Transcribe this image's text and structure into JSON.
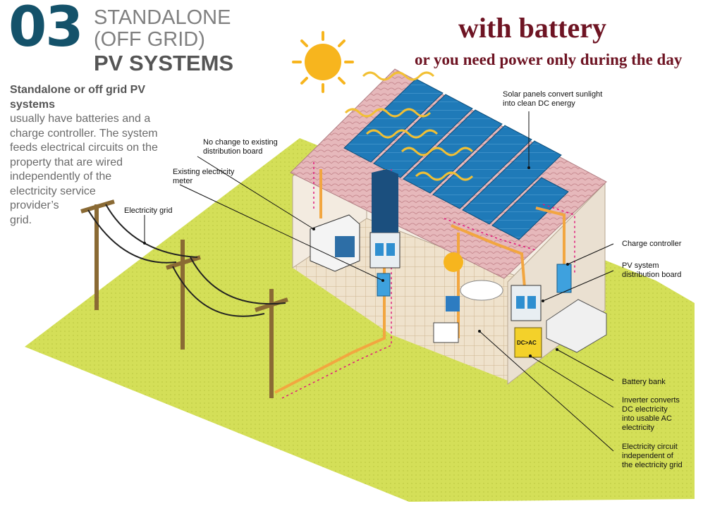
{
  "header": {
    "number": "03",
    "title_line1": "STANDALONE",
    "title_line2": "(OFF GRID)",
    "title_line3": "PV SYSTEMS",
    "battery_heading": "with battery",
    "day_subheading": "or you need power only during the day"
  },
  "intro": {
    "bold": "Standalone or off grid PV systems",
    "line1": "usually have batteries and a",
    "line2": "charge controller. The system",
    "line3": "feeds electrical circuits on the",
    "line4": "property that are wired",
    "line5": "independently of the",
    "line6": "electricity service",
    "line7": "provider’s",
    "line8": "grid."
  },
  "labels": {
    "solar_panels_1": "Solar panels convert sunlight",
    "solar_panels_2": "into clean DC energy",
    "no_change_1": "No change to existing",
    "no_change_2": "distribution board",
    "meter_1": "Existing electricity",
    "meter_2": "meter",
    "grid": "Electricity grid",
    "charge_controller": "Charge controller",
    "pv_board_1": "PV system",
    "pv_board_2": "distribution board",
    "battery_bank": "Battery bank",
    "inverter_1": "Inverter converts",
    "inverter_2": "DC electricity",
    "inverter_3": "into usable AC",
    "inverter_4": "electricity",
    "circuit_1": "Electricity circuit",
    "circuit_2": "independent of",
    "circuit_3": "the electricity grid",
    "inverter_box": "DC>AC"
  },
  "colors": {
    "brand_blue": "#14526a",
    "heading_red": "#6e1423",
    "grass": "#d4df58",
    "roof": "#e4b4b8",
    "panel": "#1b6fa8",
    "cable": "#f2a640",
    "dashed_circuit": "#e0187a"
  }
}
